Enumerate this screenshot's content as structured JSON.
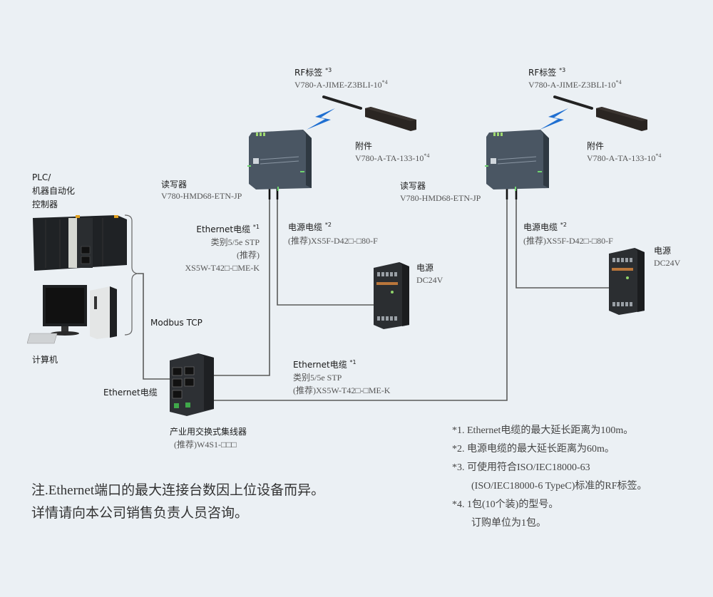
{
  "rf_tag_left": {
    "title": "RF标签",
    "note": "*3",
    "model": "V780-A-JIME-Z3BLI-10",
    "model_note": "*4"
  },
  "rf_tag_right": {
    "title": "RF标签",
    "note": "*3",
    "model": "V780-A-JIME-Z3BLI-10",
    "model_note": "*4"
  },
  "accessory_left": {
    "title": "附件",
    "model": "V780-A-TA-133-10",
    "model_note": "*4"
  },
  "accessory_right": {
    "title": "附件",
    "model": "V780-A-TA-133-10",
    "model_note": "*4"
  },
  "reader_left": {
    "title": "读写器",
    "model": "V780-HMD68-ETN-JP"
  },
  "reader_right": {
    "title": "读写器",
    "model": "V780-HMD68-ETN-JP"
  },
  "eth_cable_upper": {
    "title": "Ethernet电缆",
    "note": "*1",
    "line1": "类别5/5e STP",
    "line2": "(推荐)",
    "line3": "XS5W-T42□-□ME-K"
  },
  "power_cable_left": {
    "title": "电源电缆",
    "note": "*2",
    "model": "(推荐)XS5F-D42□-□80-F"
  },
  "power_cable_right": {
    "title": "电源电缆",
    "note": "*2",
    "model": "(推荐)XS5F-D42□-□80-F"
  },
  "power_left": {
    "title": "电源",
    "spec": "DC24V"
  },
  "power_right": {
    "title": "电源",
    "spec": "DC24V"
  },
  "plc": {
    "line1": "PLC/",
    "line2": "机器自动化",
    "line3": "控制器"
  },
  "computer": {
    "title": "计算机"
  },
  "modbus": {
    "label": "Modbus TCP"
  },
  "eth_cable_switch": {
    "label": "Ethernet电缆"
  },
  "switch": {
    "title": "产业用交换式集线器",
    "model": "(推荐)W4S1-□□□"
  },
  "eth_cable_lower": {
    "title": "Ethernet电缆",
    "note": "*1",
    "line1": "类别5/5e STP",
    "line2": "(推荐)XS5W-T42□-□ME-K"
  },
  "notes": {
    "line1": "注.Ethernet端口的最大连接台数因上位设备而异。",
    "line2": "详情请向本公司销售负责人员咨询。"
  },
  "footnotes": [
    {
      "text": "*1. Ethernet电缆的最大延长距离为100m。"
    },
    {
      "text": "*2. 电源电缆的最大延长距离为60m。"
    },
    {
      "text": "*3. 可使用符合ISO/IEC18000-63"
    },
    {
      "text": "(ISO/IEC18000-6 TypeC)标准的RF标签。"
    },
    {
      "text": "*4. 1包(10个装)的型号。"
    },
    {
      "text": "订购单位为1包。"
    }
  ],
  "colors": {
    "background": "#ebf0f4",
    "wire": "#555555",
    "lightning": "#1f6fd1",
    "device": "#3c4650"
  }
}
